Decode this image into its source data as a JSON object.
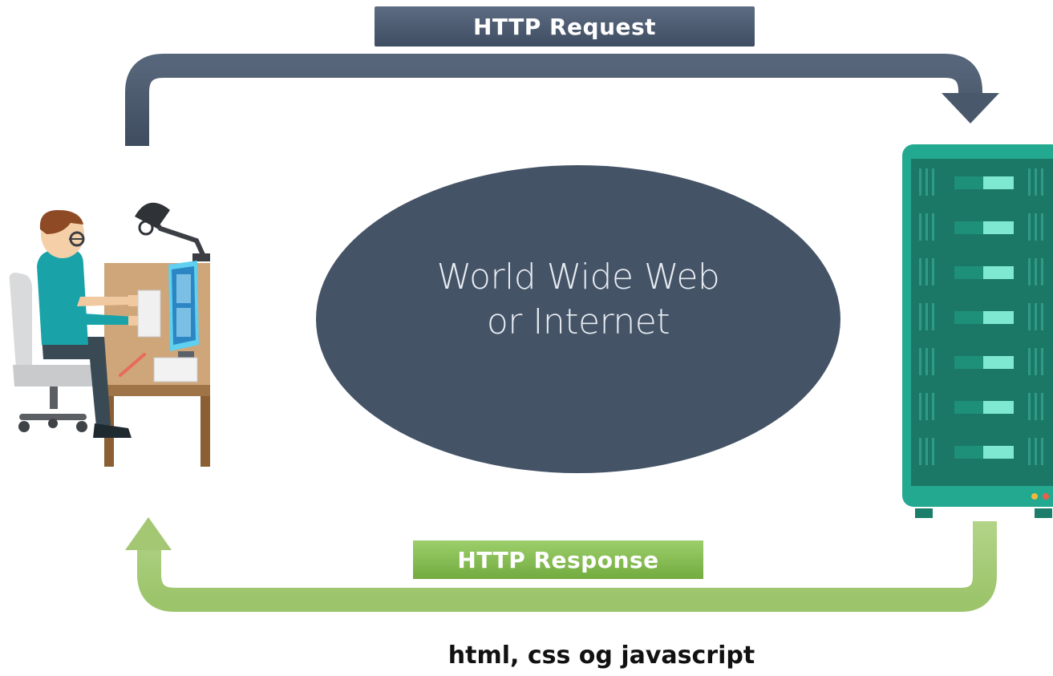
{
  "labels": {
    "request": "HTTP Request",
    "response": "HTTP Response",
    "web_line1": "World Wide Web",
    "web_line2": "or Internet",
    "caption": "html, css og javascript"
  },
  "icons": {
    "client": "person-at-computer-desk-icon",
    "server": "server-rack-icon",
    "network": "world-wide-web-ellipse"
  },
  "colors": {
    "request_arrow": "#4b5a6f",
    "response_arrow": "#a9cc79",
    "ellipse": "#445366",
    "server_body": "#22a98f",
    "server_dark": "#1b5f52",
    "server_light": "#7ee8d0"
  }
}
